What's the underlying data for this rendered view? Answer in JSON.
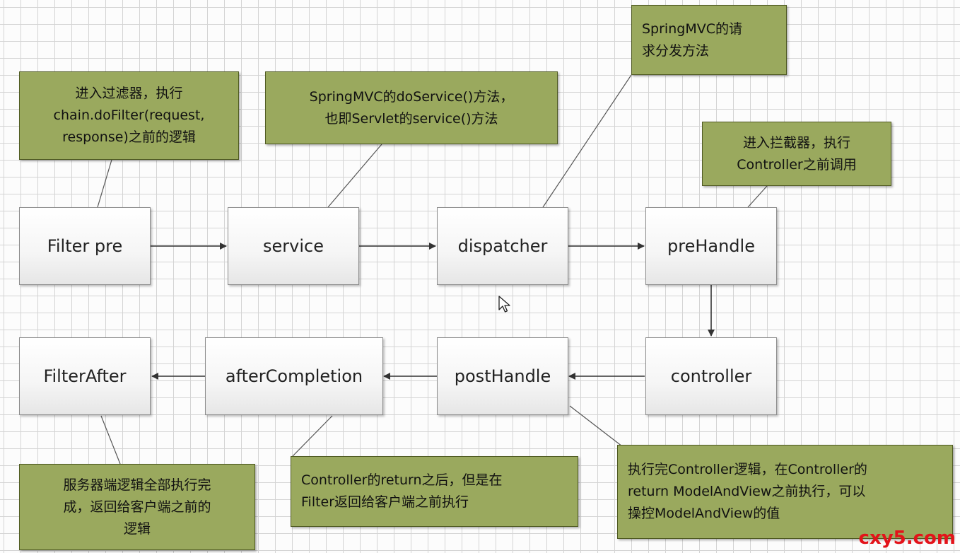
{
  "nodes": {
    "filter_pre": "Filter pre",
    "service": "service",
    "dispatcher": "dispatcher",
    "pre_handle": "preHandle",
    "controller": "controller",
    "post_handle": "postHandle",
    "after_completion": "afterCompletion",
    "filter_after": "FilterAfter"
  },
  "notes": {
    "filter_pre": [
      "进入过滤器，执行",
      "chain.doFilter(request,",
      "response)之前的逻辑"
    ],
    "service": [
      "SpringMVC的doService()方法，",
      "也即Servlet的service()方法"
    ],
    "dispatcher": [
      "SpringMVC的请",
      "求分发方法"
    ],
    "pre_handle": [
      "进入拦截器，执行",
      "Controller之前调用"
    ],
    "post_handle": [
      "执行完Controller逻辑，在Controller的",
      "return ModelAndView之前执行，可以",
      "操控ModelAndView的值"
    ],
    "after_completion": [
      "Controller的return之后，但是在",
      "Filter返回给客户端之前执行"
    ],
    "filter_after": [
      "服务器端逻辑全部执行完",
      "成，返回给客户端之前的",
      "逻辑"
    ]
  },
  "watermark": "cxy5.com",
  "colors": {
    "note_fill": "#9aa95e",
    "note_border": "#4f5a22",
    "arrow": "#333333",
    "watermark": "#e3131a"
  }
}
